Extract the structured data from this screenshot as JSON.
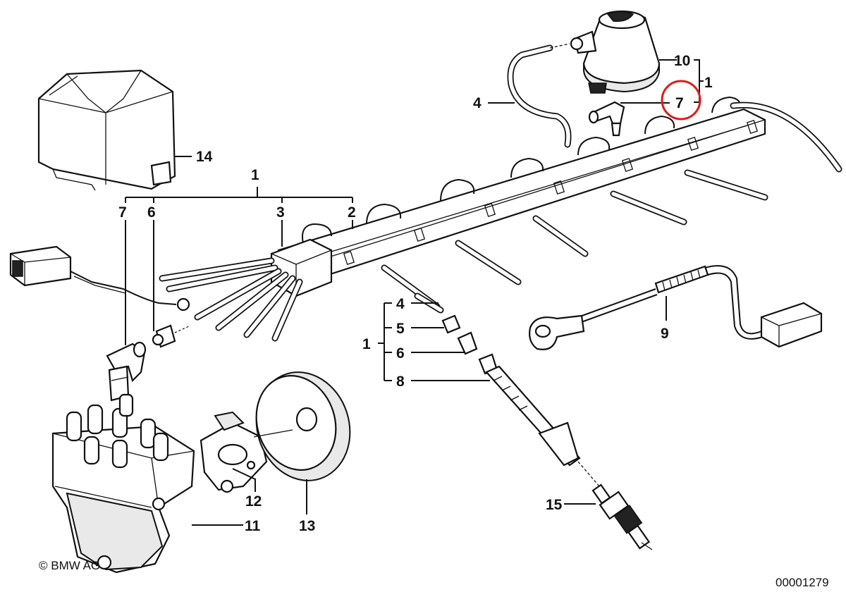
{
  "callouts": {
    "c1_top": "1",
    "c1_left": "1",
    "c1_right": "1",
    "c2": "2",
    "c3": "3",
    "c4_upper": "4",
    "c4_lower": "4",
    "c5": "5",
    "c6_left": "6",
    "c6_right": "6",
    "c7_left": "7",
    "c7_right": "7",
    "c8": "8",
    "c9": "9",
    "c10": "10",
    "c11": "11",
    "c12": "12",
    "c13": "13",
    "c14": "14",
    "c15": "15"
  },
  "copyright": "© BMW AG",
  "diagram_number": "00001279",
  "highlight_color": "#e11a1a"
}
